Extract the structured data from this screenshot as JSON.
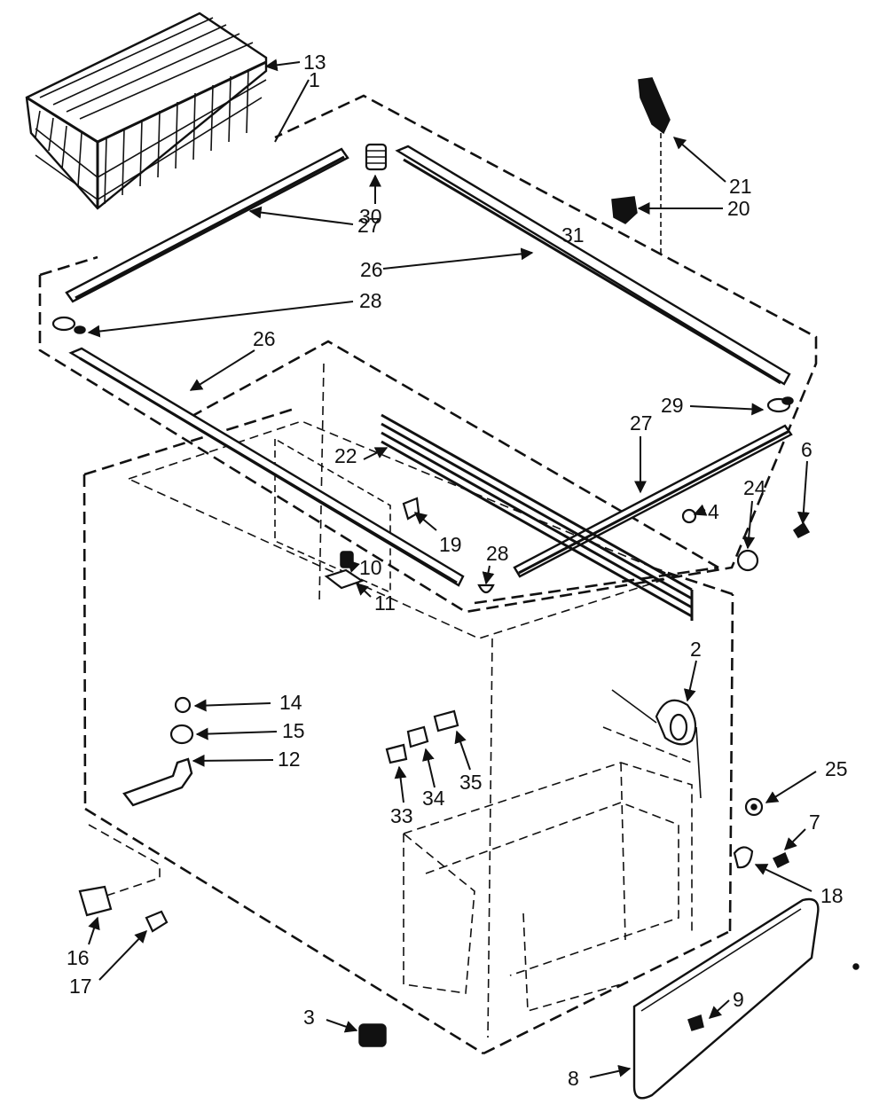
{
  "callouts": {
    "c1": "1",
    "c2": "2",
    "c3": "3",
    "c4": "4",
    "c6": "6",
    "c7": "7",
    "c8": "8",
    "c9": "9",
    "c10": "10",
    "c11": "11",
    "c12": "12",
    "c13": "13",
    "c14": "14",
    "c15": "15",
    "c16": "16",
    "c17": "17",
    "c18": "18",
    "c19": "19",
    "c20": "20",
    "c21": "21",
    "c22": "22",
    "c24": "24",
    "c25": "25",
    "c26a": "26",
    "c26b": "26",
    "c27a": "27",
    "c27b": "27",
    "c28a": "28",
    "c28b": "28",
    "c29": "29",
    "c30": "30",
    "c31": "31",
    "c33": "33",
    "c34": "34",
    "c35": "35"
  },
  "colors": {
    "ink": "#111111",
    "paper": "#ffffff"
  }
}
